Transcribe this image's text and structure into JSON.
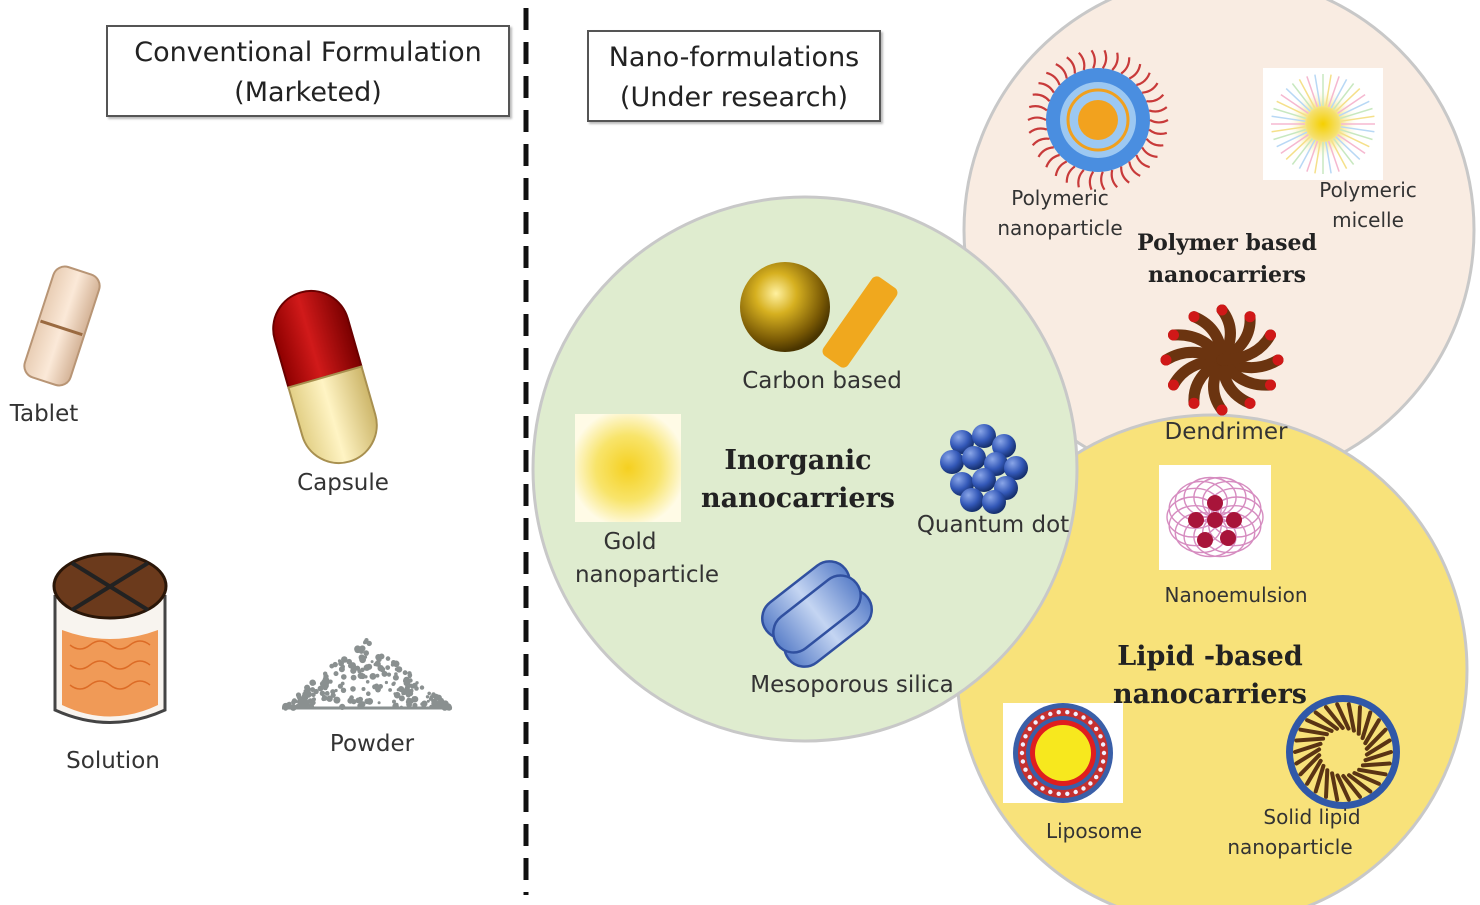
{
  "headers": {
    "conventional": {
      "line1": "Conventional Formulation",
      "line2": "(Marketed)"
    },
    "nano": {
      "line1": "Nano-formulations",
      "line2": "(Under research)"
    }
  },
  "conventional_items": {
    "tablet": "Tablet",
    "capsule": "Capsule",
    "solution": "Solution",
    "powder": "Powder"
  },
  "groups": {
    "inorganic": {
      "title_line1": "Inorganic",
      "title_line2": "nanocarriers",
      "color": "#dfeccf",
      "items": {
        "carbon": "Carbon based",
        "gold_line1": "Gold",
        "gold_line2": "nanoparticle",
        "quantum": "Quantum dot",
        "silica": "Mesoporous silica"
      }
    },
    "polymer": {
      "title_line1": "Polymer based",
      "title_line2": "nanocarriers",
      "color": "#f9ece2",
      "items": {
        "polymeric_np_line1": "Polymeric",
        "polymeric_np_line2": "nanoparticle",
        "micelle_line1": "Polymeric",
        "micelle_line2": "micelle",
        "dendrimer": "Dendrimer"
      }
    },
    "lipid": {
      "title_line1": "Lipid -based",
      "title_line2": "nanocarriers",
      "color": "#f8e27a",
      "items": {
        "nanoemulsion": "Nanoemulsion",
        "liposome": "Liposome",
        "sln_line1": "Solid lipid",
        "sln_line2": "nanoparticle"
      }
    }
  }
}
